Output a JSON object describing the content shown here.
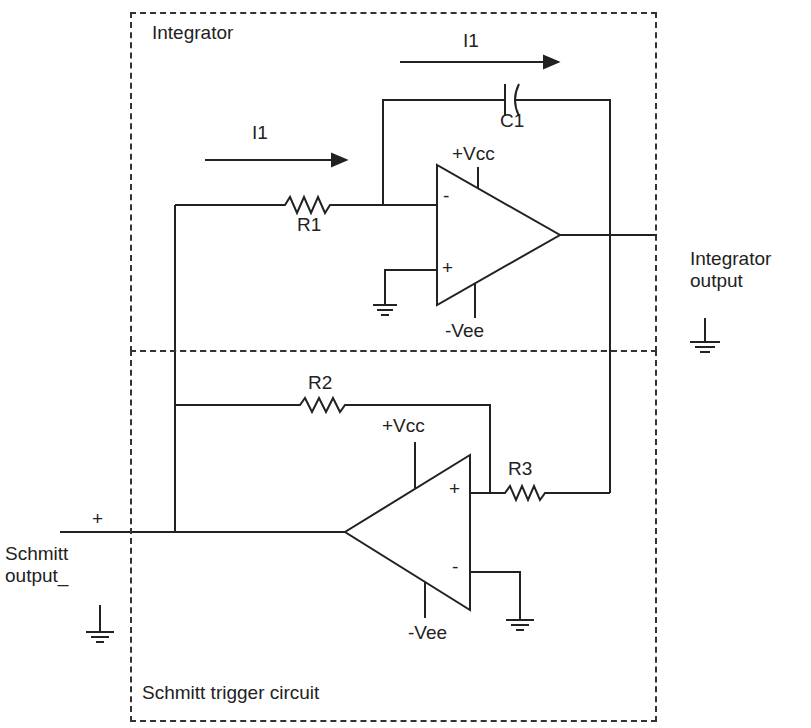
{
  "diagram": {
    "nodes": [
      {
        "text": [
          "Integrator"
        ]
      },
      {
        "text": [
          "Schmitt trigger circuit"
        ]
      }
    ],
    "labels": [
      "I1",
      "I1",
      "C1",
      "+Vcc",
      "-",
      "+",
      "R1",
      "-Vee",
      "Integrator output",
      "R2",
      "+Vcc",
      "R3",
      "+",
      "-",
      "-Vee",
      "+",
      "Schmitt output_"
    ]
  }
}
